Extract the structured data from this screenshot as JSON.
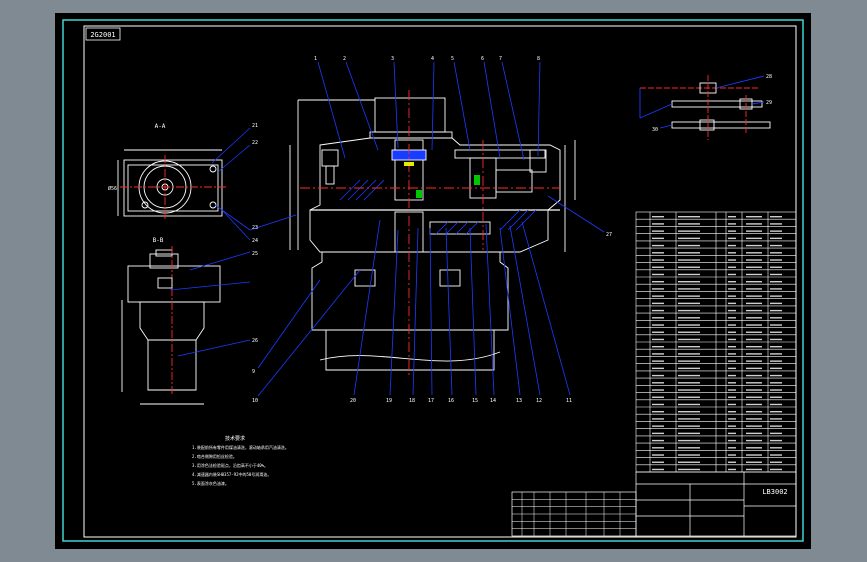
{
  "drawing": {
    "drawing_code_top": "2G2001",
    "drawing_code_title": "LB3002",
    "view_label_a": "A-A",
    "view_label_b": "B-B",
    "diameter_dim": "Ø56",
    "notes_title": "技术要求",
    "notes": [
      "1.装配前所有零件用煤油清洗，滚动轴承用汽油清洗。",
      "2.啮合侧隙用铅丝检验。",
      "3.用涂色法检验斑点，沿齿高不小于40%。",
      "4.减速器内装SH0357-92中的50号润滑油。",
      "5.表面涂灰色油漆。"
    ],
    "top_leaders": [
      "1",
      "2",
      "3",
      "4",
      "5",
      "6",
      "7",
      "8"
    ],
    "bottom_leaders": [
      "20",
      "19",
      "18",
      "17",
      "16",
      "15",
      "14",
      "13",
      "12",
      "11",
      "10",
      "9"
    ],
    "left_leaders": [
      "21",
      "22",
      "23",
      "24",
      "25",
      "26"
    ],
    "right_leaders": [
      "27"
    ],
    "schematic_leaders": [
      "28",
      "29",
      "30"
    ]
  },
  "colors": {
    "background": "#000000",
    "frame": "#3fd3d3",
    "linework": "#ffffff",
    "leader": "#1a3cff",
    "centerline": "#ff2a2a",
    "accent_yellow": "#e8e800",
    "accent_green": "#00c800"
  }
}
